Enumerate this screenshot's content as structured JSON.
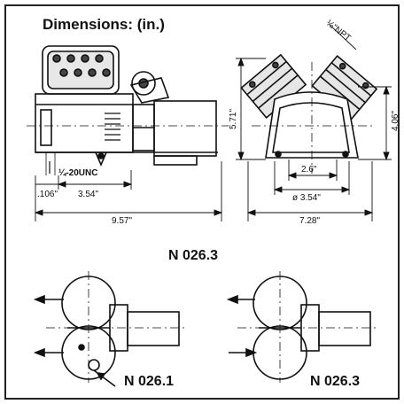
{
  "header": {
    "title": "Dimensions: (in.)"
  },
  "front_view": {
    "thread_label": "¼-20UNC",
    "dim_offset": ".106\"",
    "dim_base": "3.54\"",
    "dim_length": "9.57\""
  },
  "side_view": {
    "port_label": "⅛\"NPT",
    "dim_height": "5.71\"",
    "dim_side_height": "4.06\"",
    "dim_hole": "2.6\"",
    "dim_mount": "ø 3.54\"",
    "dim_width": "7.28\""
  },
  "models": {
    "main_model": "N 026.3",
    "variant_left": "N 026.1",
    "variant_right": "N 026.3"
  }
}
